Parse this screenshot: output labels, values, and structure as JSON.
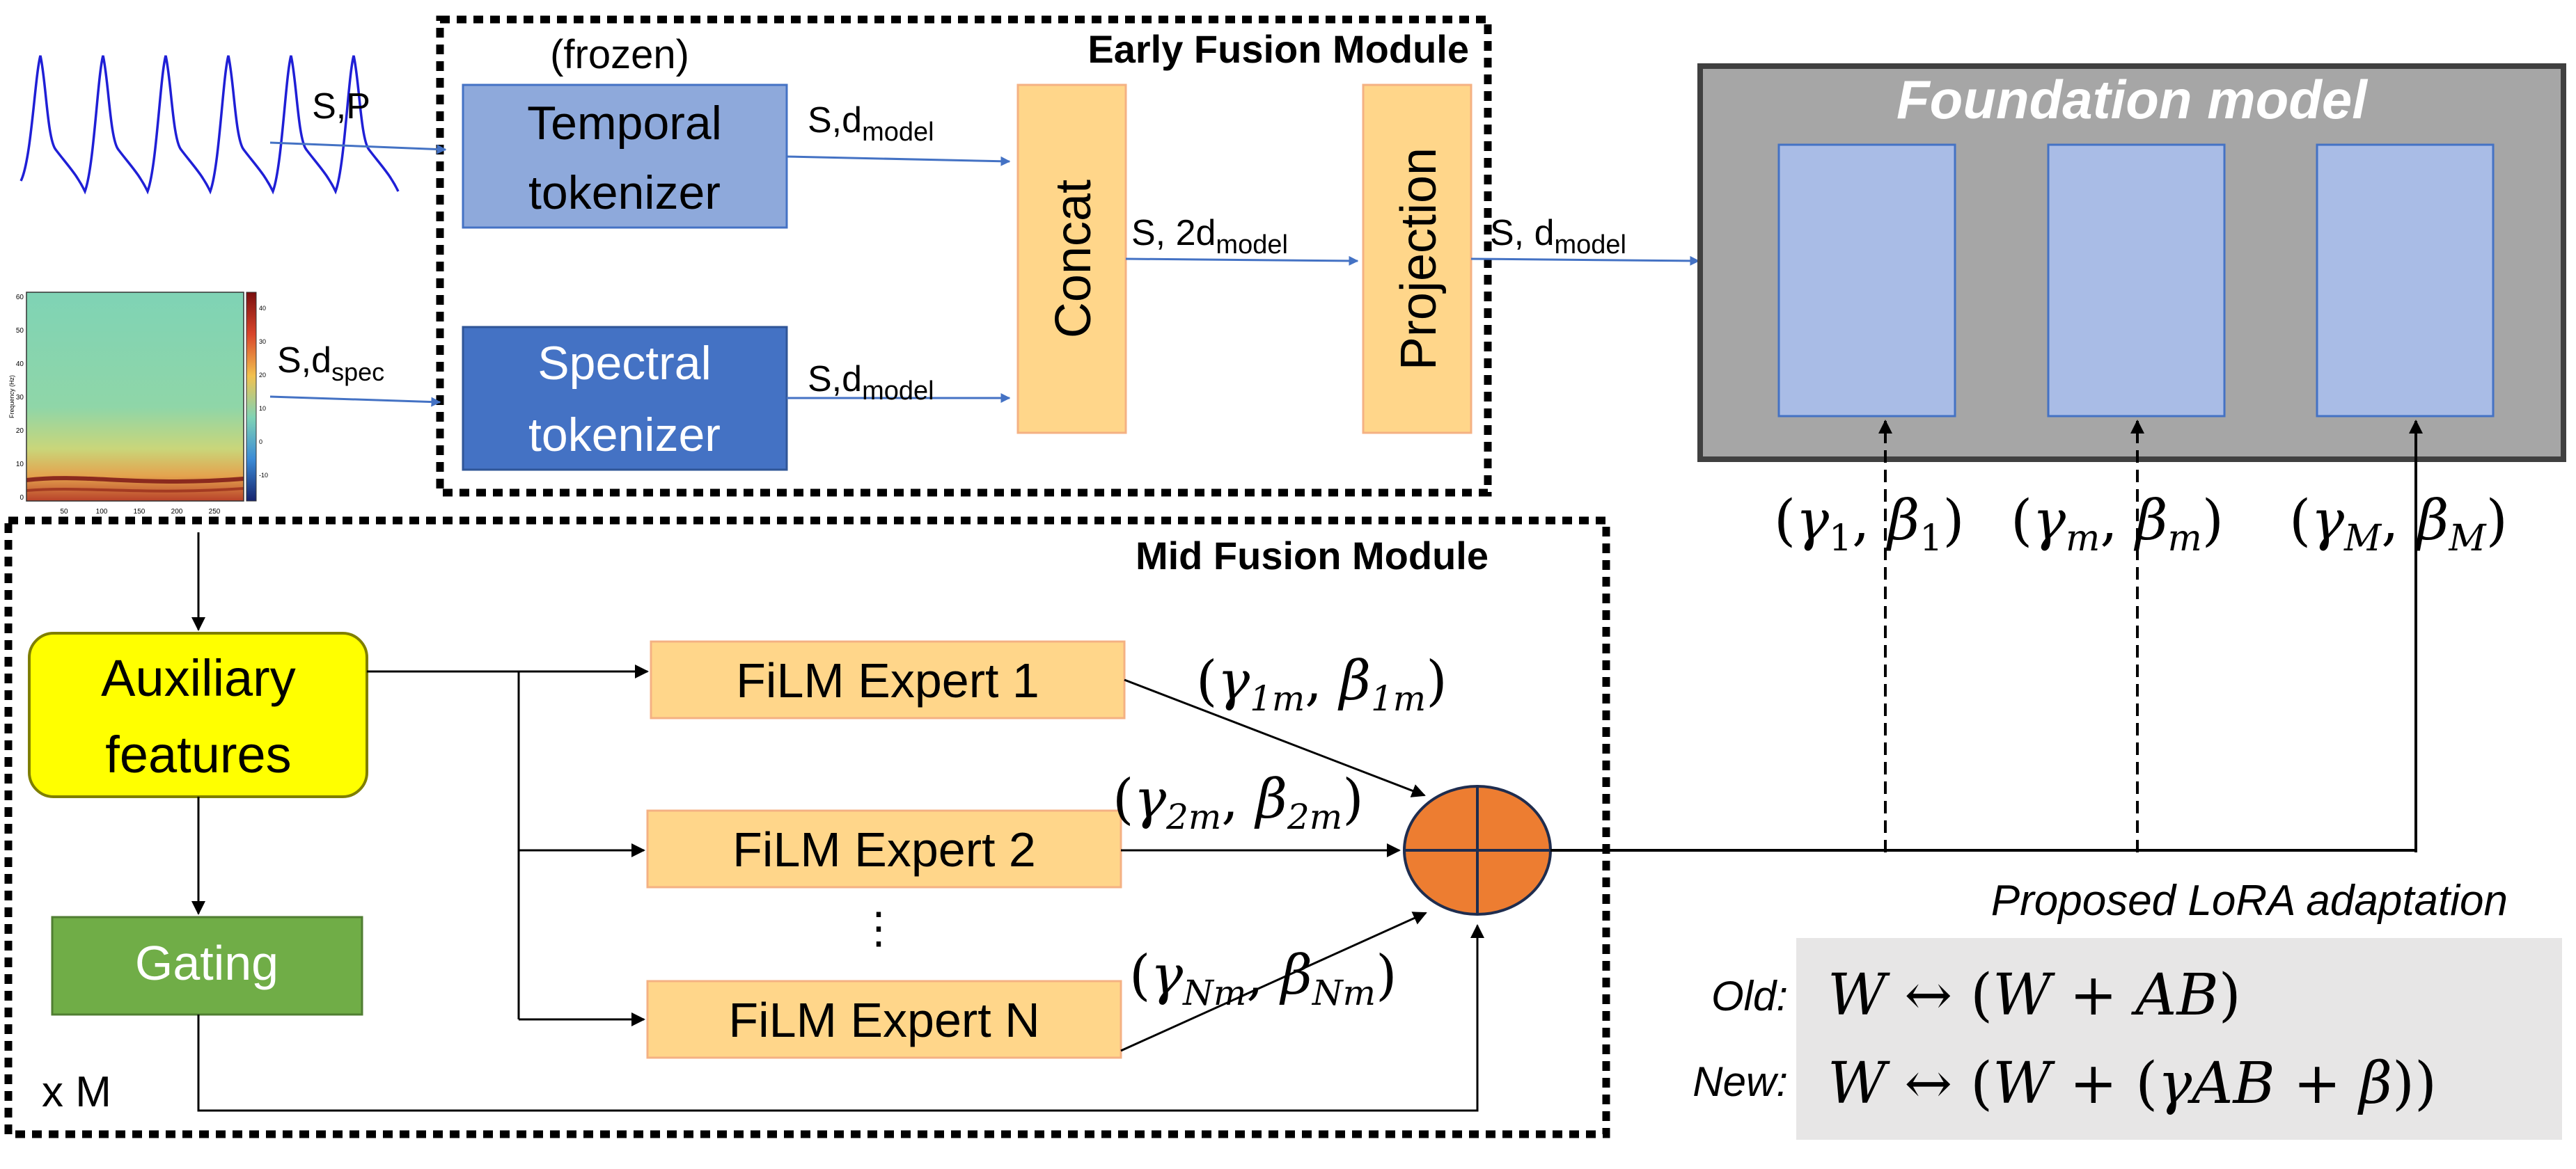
{
  "early_fusion": {
    "title": "Early Fusion Module",
    "frozen_note": "(frozen)",
    "temporal_tokenizer": [
      "Temporal",
      "tokenizer"
    ],
    "spectral_tokenizer": [
      "Spectral",
      "tokenizer"
    ],
    "concat": "Concat",
    "projection": "Projection"
  },
  "edges": {
    "signal_in": "S,P",
    "spec_in_base": "S,d",
    "spec_in_sub": "spec",
    "temporal_out_base": "S,d",
    "temporal_out_sub": "model",
    "spectral_out_base": "S,d",
    "spectral_out_sub": "model",
    "concat_out_base": "S, 2d",
    "concat_out_sub": "model",
    "projection_out_base": "S, d",
    "projection_out_sub": "model"
  },
  "spectrogram": {
    "y_ticks": [
      "60",
      "50",
      "40",
      "30",
      "20",
      "10",
      "0"
    ],
    "x_ticks": [
      "50",
      "100",
      "150",
      "200",
      "250"
    ],
    "y_label": "Frequency (Hz)",
    "colorbar_ticks": [
      "40",
      "30",
      "20",
      "10",
      "0",
      "-10"
    ]
  },
  "foundation": {
    "title": "Foundation model",
    "film_params": [
      {
        "gamma_sub": "1",
        "beta_sub": "1"
      },
      {
        "gamma_sub": "m",
        "beta_sub": "m"
      },
      {
        "gamma_sub": "M",
        "beta_sub": "M"
      }
    ]
  },
  "mid_fusion": {
    "title": "Mid Fusion Module",
    "auxiliary": [
      "Auxiliary",
      "features"
    ],
    "gating": "Gating",
    "repeat": "x M",
    "experts": [
      "FiLM Expert 1",
      "FiLM Expert 2",
      "FiLM Expert N"
    ],
    "ellipsis": "⋮",
    "expert_params": [
      {
        "gamma_sub": "1m",
        "beta_sub": "1m"
      },
      {
        "gamma_sub": "2m",
        "beta_sub": "2m"
      },
      {
        "gamma_sub": "Nm",
        "beta_sub": "Nm"
      }
    ]
  },
  "lora": {
    "title": "Proposed LoRA adaptation",
    "old_label": "Old:",
    "new_label": "New:",
    "old_eq": [
      "W ",
      "↔",
      " (",
      "W",
      " + ",
      "AB",
      ")"
    ],
    "new_eq": [
      "W ",
      "↔",
      " (",
      "W",
      " + (",
      "γAB",
      " + ",
      "β",
      "))"
    ]
  },
  "colors": {
    "temporal_fill": "#8EA9DB",
    "spectral_fill": "#4472C4",
    "concat_fill": "#FFD68A",
    "expert_fill": "#FFD68A",
    "auxiliary_fill": "#FFFF00",
    "gating_fill": "#70AD47",
    "sum_fill": "#ED7D31",
    "foundation_bg": "#A6A6A6",
    "layer_fill": "#A9BCE6",
    "arrow_blue": "#4472C4",
    "signal_blue": "#1F1FD6"
  }
}
